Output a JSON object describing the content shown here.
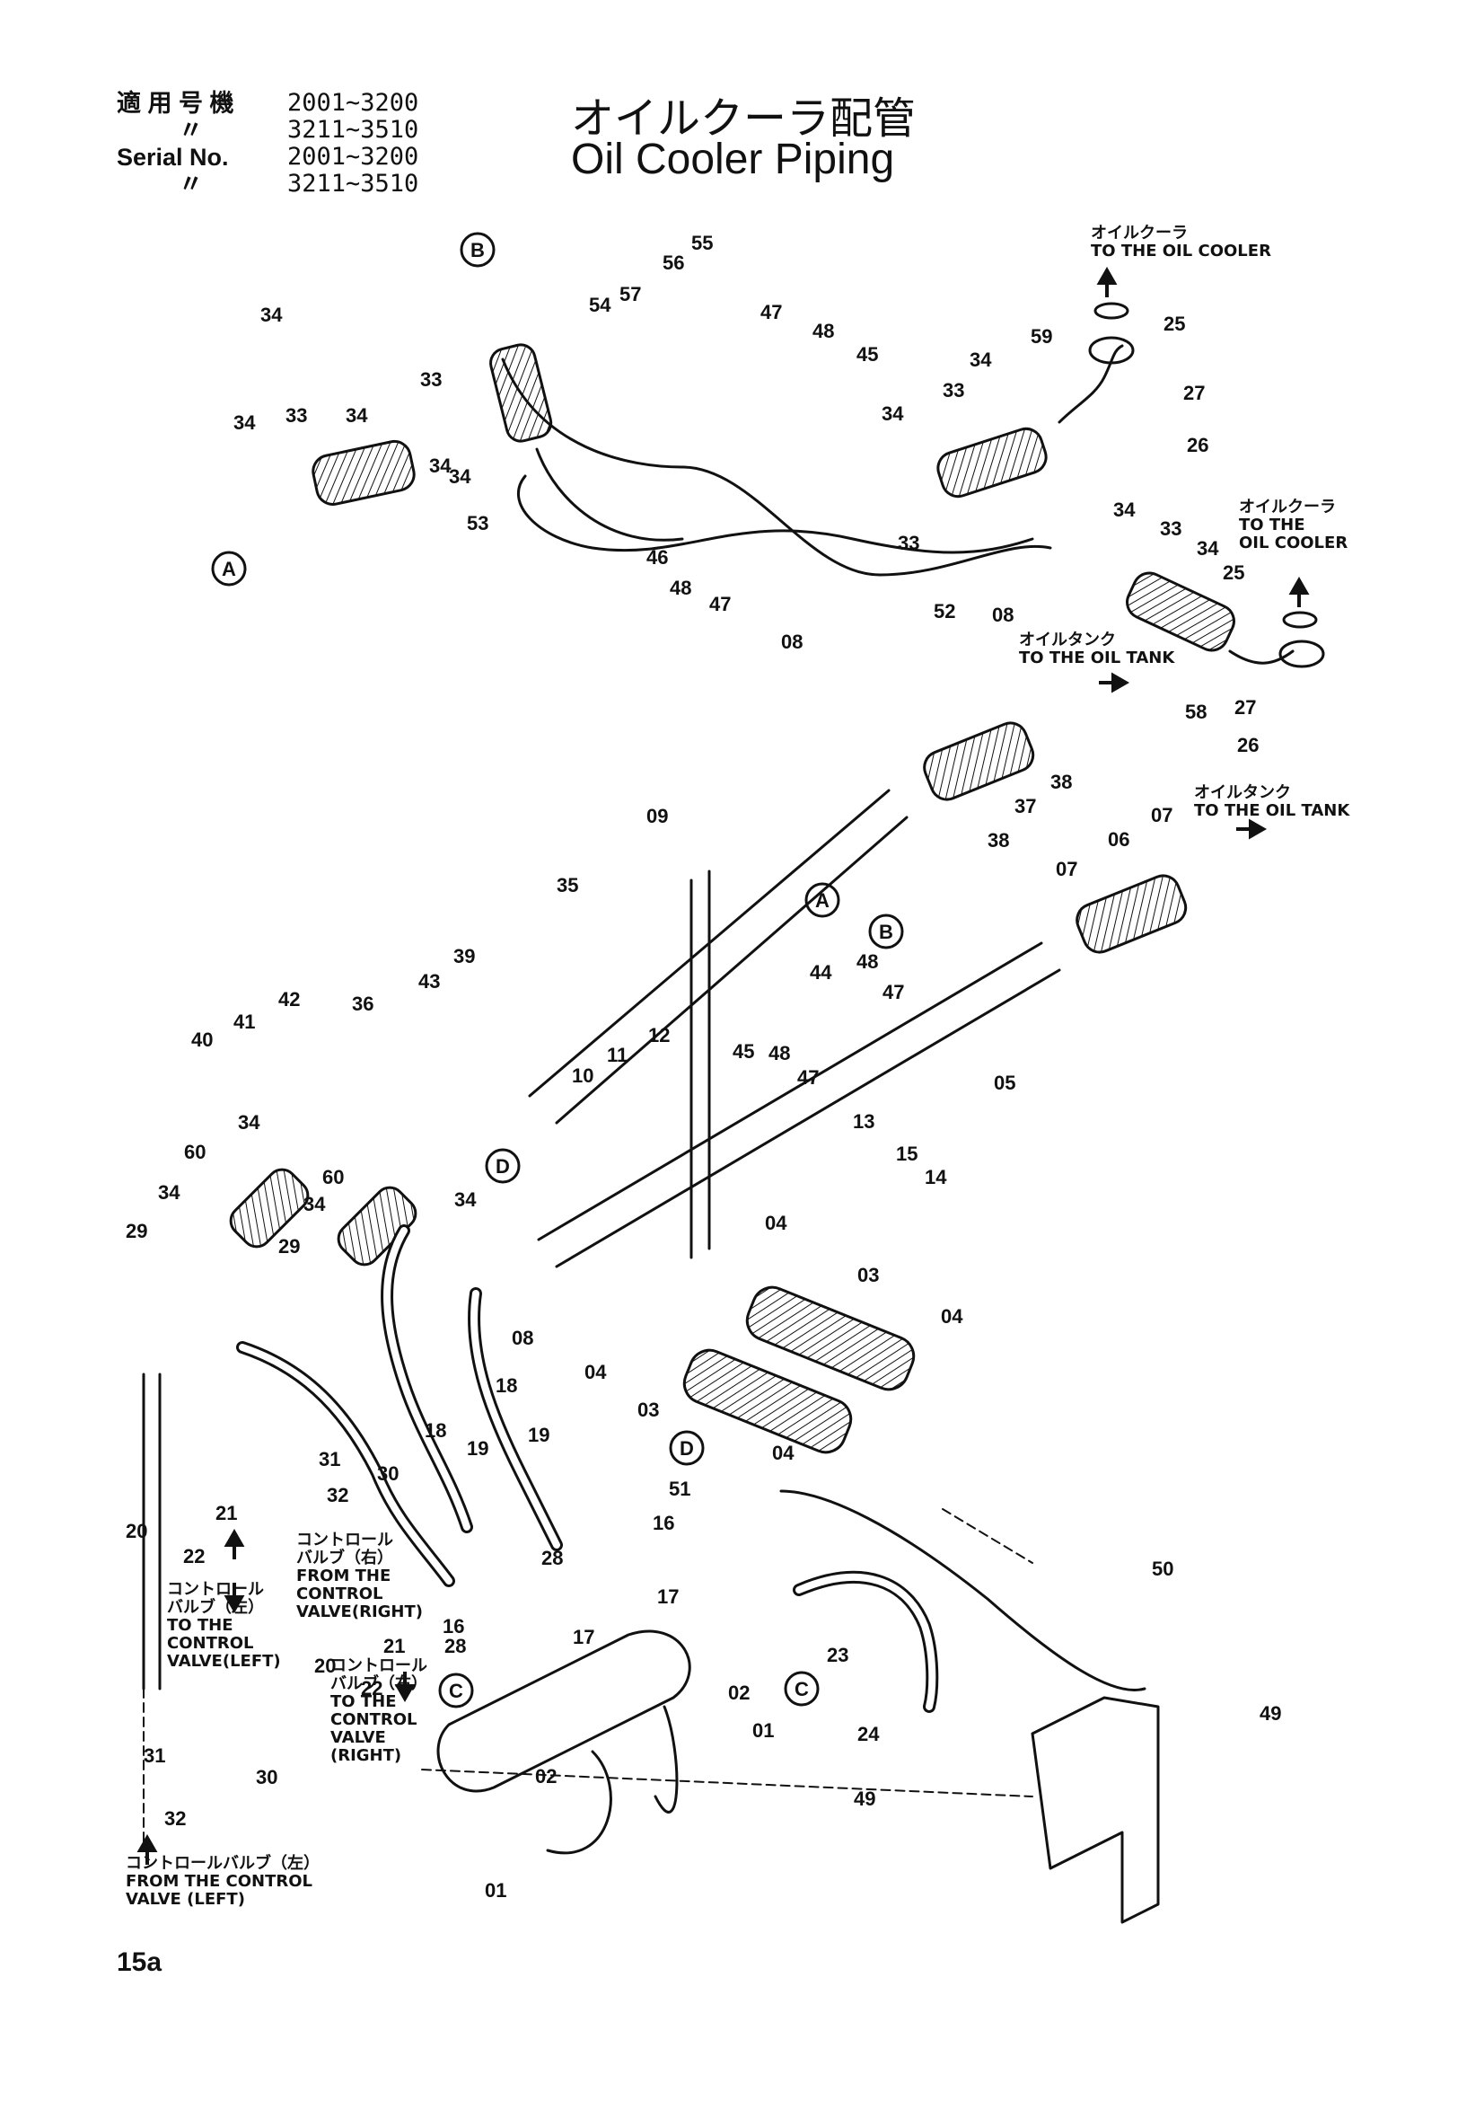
{
  "header": {
    "serial_rows": [
      {
        "label": "適 用 号 機",
        "value": "2001∼3200"
      },
      {
        "label": "　 　 〃",
        "value": "3211∼3510"
      },
      {
        "label": "Serial No.",
        "value": "2001∼3200"
      },
      {
        "label": "　 　 〃",
        "value": "3211∼3510"
      }
    ],
    "title_jp": "オイルクーラ配管",
    "title_en": "Oil Cooler Piping"
  },
  "page_number": "15a",
  "callout_letters": [
    "A",
    "B",
    "C",
    "D"
  ],
  "notes": {
    "to_oil_cooler_1": [
      "オイルクーラ",
      "TO THE OIL COOLER"
    ],
    "to_oil_cooler_2": [
      "オイルクーラ",
      "TO THE",
      "OIL COOLER"
    ],
    "to_oil_tank_1": [
      "オイルタンク",
      "TO THE OIL TANK"
    ],
    "to_oil_tank_2": [
      "オイルタンク",
      "TO THE OIL TANK"
    ],
    "from_cv_right": [
      "コントロール",
      "バルブ（右）",
      "FROM THE",
      "CONTROL",
      "VALVE(RIGHT)"
    ],
    "to_cv_left": [
      "コントロール",
      "バルブ（左）",
      "TO THE",
      "CONTROL",
      "VALVE(LEFT)"
    ],
    "to_cv_right": [
      "コントロール",
      "バルブ（右）",
      "TO THE",
      "CONTROL",
      "VALVE",
      "(RIGHT)"
    ],
    "from_cv_left": [
      "コントロールバルブ（左）",
      "FROM THE CONTROL",
      "VALVE (LEFT)"
    ]
  },
  "part_labels": [
    "34",
    "34",
    "33",
    "34",
    "33",
    "34",
    "34",
    "53",
    "54",
    "57",
    "56",
    "55",
    "47",
    "48",
    "45",
    "46",
    "48",
    "47",
    "08",
    "34",
    "33",
    "59",
    "25",
    "27",
    "26",
    "34",
    "33",
    "52",
    "08",
    "34",
    "33",
    "34",
    "25",
    "58",
    "27",
    "26",
    "09",
    "35",
    "36",
    "43",
    "39",
    "40",
    "41",
    "42",
    "44",
    "48",
    "47",
    "45",
    "48",
    "47",
    "10",
    "11",
    "12",
    "13",
    "15",
    "14",
    "05",
    "38",
    "37",
    "38",
    "07",
    "06",
    "07",
    "34",
    "60",
    "34",
    "60",
    "34",
    "29",
    "29",
    "34",
    "08",
    "04",
    "04",
    "03",
    "03",
    "04",
    "04",
    "51",
    "50",
    "18",
    "19",
    "18",
    "19",
    "21",
    "20",
    "22",
    "31",
    "30",
    "32",
    "16",
    "28",
    "17",
    "16",
    "28",
    "17",
    "21",
    "20",
    "22",
    "02",
    "01",
    "02",
    "01",
    "23",
    "24",
    "49",
    "49",
    "31",
    "30",
    "32"
  ]
}
